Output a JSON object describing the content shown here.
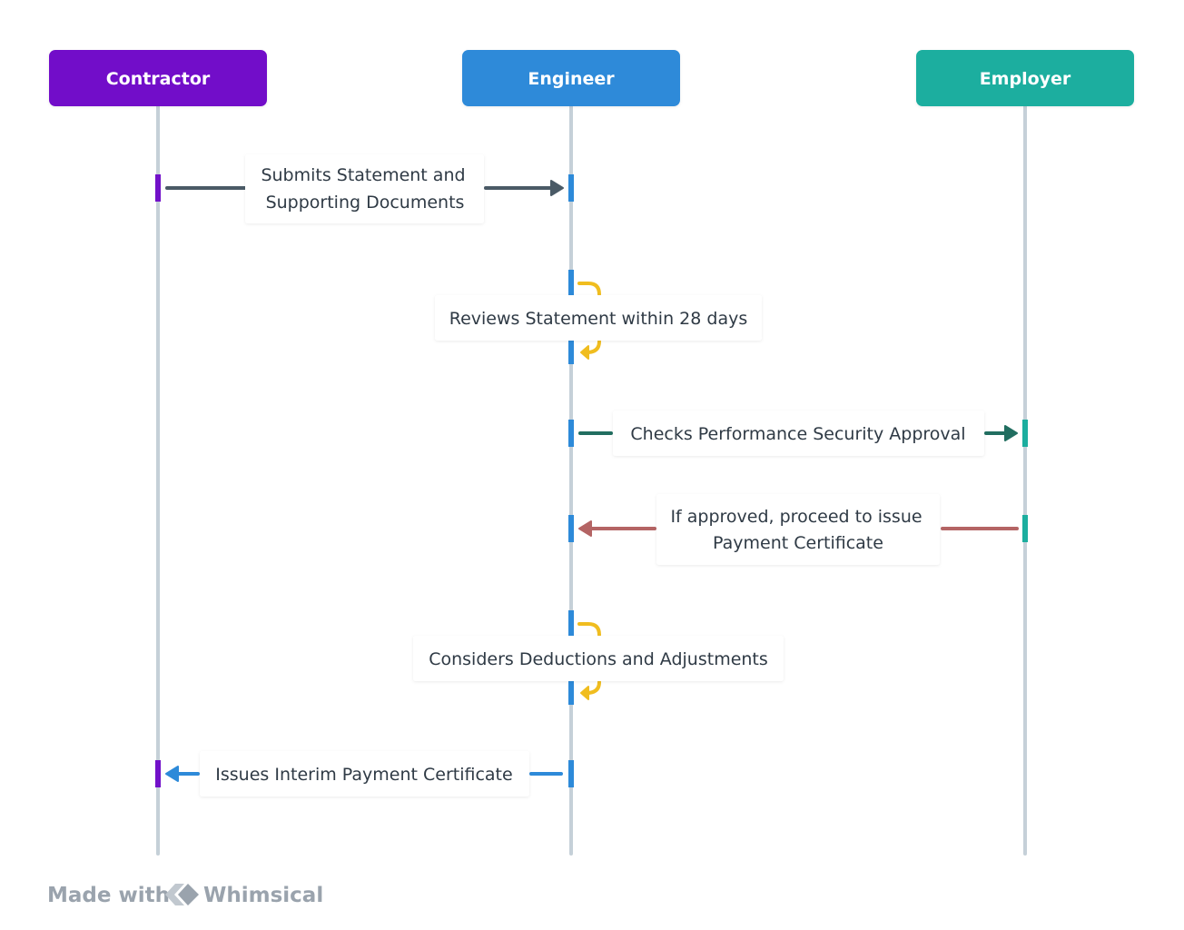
{
  "participants": [
    {
      "id": "contractor",
      "label": "Contractor",
      "color": "#7211c9"
    },
    {
      "id": "engineer",
      "label": "Engineer",
      "color": "#2d8ad9"
    },
    {
      "id": "employer",
      "label": "Employer",
      "color": "#1cae9f"
    }
  ],
  "messages": [
    {
      "id": "submits-statement",
      "from": "contractor",
      "to": "engineer",
      "lines": [
        "Submits Statement and",
        "Supporting Documents"
      ],
      "color": "#4a5a66"
    },
    {
      "id": "reviews-statement",
      "from": "engineer",
      "to": "engineer",
      "lines": [
        "Reviews Statement within 28 days"
      ],
      "color": "#f0bd1f"
    },
    {
      "id": "checks-security",
      "from": "engineer",
      "to": "employer",
      "lines": [
        "Checks Performance Security Approval"
      ],
      "color": "#216e60"
    },
    {
      "id": "if-approved",
      "from": "employer",
      "to": "engineer",
      "lines": [
        "If approved, proceed to issue",
        "Payment Certificate"
      ],
      "color": "#b46464"
    },
    {
      "id": "considers-deductions",
      "from": "engineer",
      "to": "engineer",
      "lines": [
        "Considers Deductions and Adjustments"
      ],
      "color": "#f0bd1f"
    },
    {
      "id": "issues-certificate",
      "from": "engineer",
      "to": "contractor",
      "lines": [
        "Issues Interim Payment Certificate"
      ],
      "color": "#2d8ad9"
    }
  ],
  "footer": {
    "made_with": "Made with",
    "brand": "Whimsical"
  },
  "colors": {
    "lifeline": "#c5d0d8",
    "footer_text": "#9aa3ad"
  }
}
